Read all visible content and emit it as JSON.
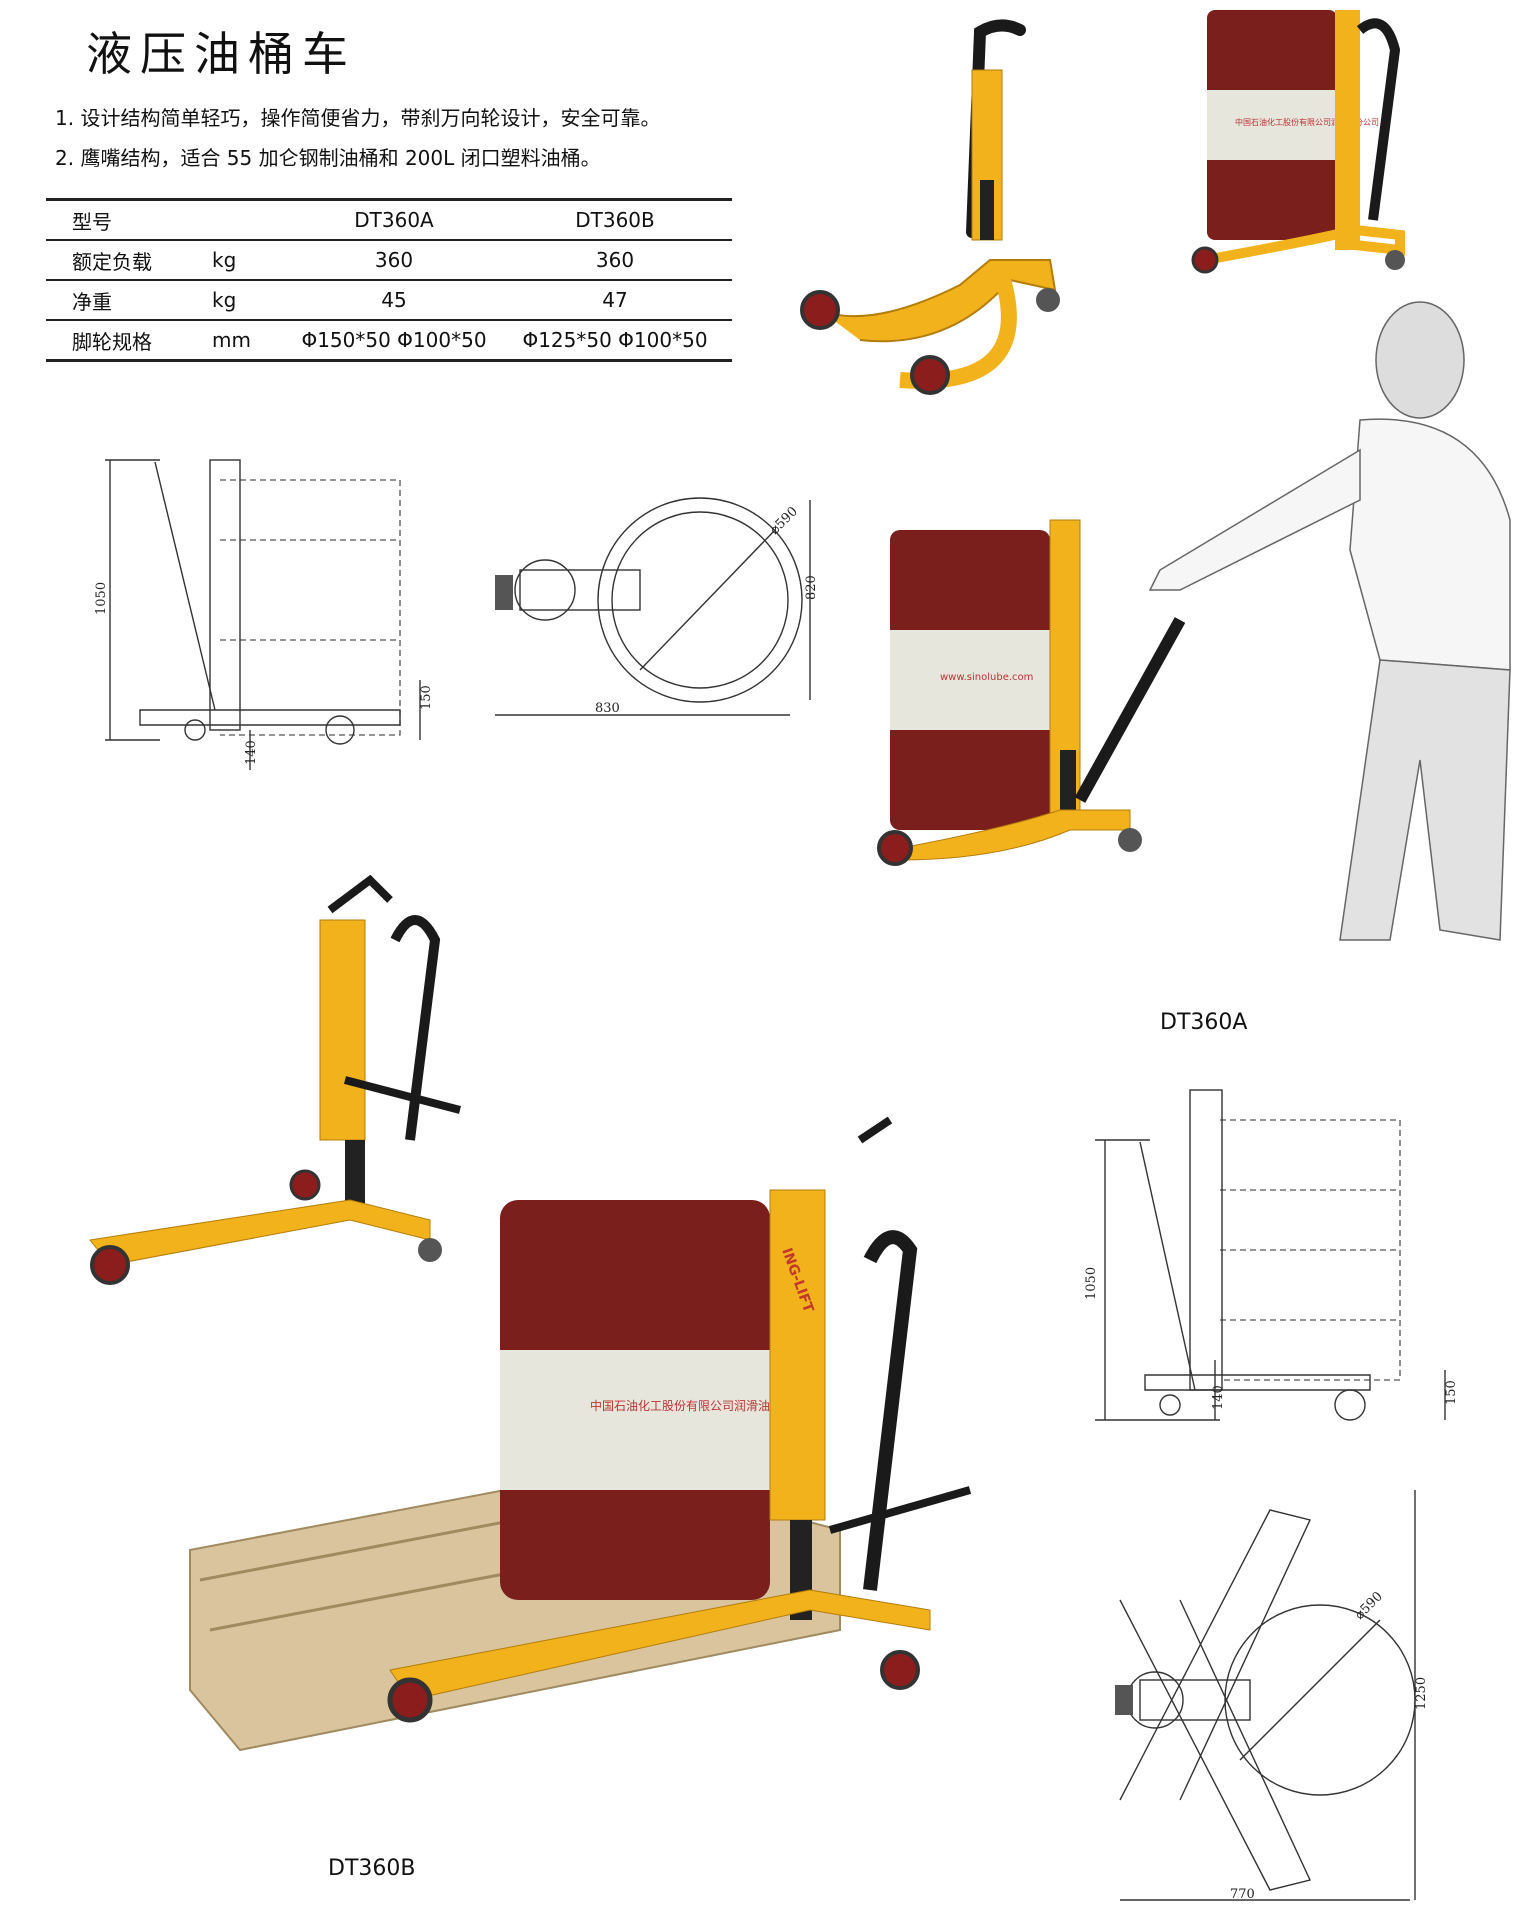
{
  "title": "液压油桶车",
  "features": [
    "1. 设计结构简单轻巧，操作简便省力，带刹万向轮设计，安全可靠。",
    "2. 鹰嘴结构，适合 55 加仑钢制油桶和 200L 闭口塑料油桶。"
  ],
  "spec_table": {
    "header": {
      "label": "型号",
      "unit": "",
      "a": "DT360A",
      "b": "DT360B"
    },
    "rows": [
      {
        "label": "额定负载",
        "unit": "kg",
        "a": "360",
        "b": "360"
      },
      {
        "label": "净重",
        "unit": "kg",
        "a": "45",
        "b": "47"
      },
      {
        "label": "脚轮规格",
        "unit": "mm",
        "a": "Φ150*50 Φ100*50",
        "b": "Φ125*50 Φ100*50"
      }
    ]
  },
  "captions": {
    "model_a": "DT360A",
    "model_b": "DT360B"
  },
  "drum_label": {
    "brand": "ING-LIFT",
    "company": "中国石油化工股份有限公司润滑油分公司",
    "web": "www.sinolube.com"
  },
  "dimensions_a": {
    "height": "1050",
    "wheel_top": "150",
    "base": "140",
    "diameter": "⌀590",
    "width": "830",
    "depth": "820"
  },
  "dimensions_b": {
    "height": "1050",
    "base": "140",
    "wheel_top": "150",
    "diameter": "⌀590",
    "depth": "1250",
    "width": "770"
  },
  "colors": {
    "frame": "#f2b21b",
    "drum": "#7a1f1c",
    "band": "#e6e6dd",
    "handle": "#1a1a1a"
  }
}
